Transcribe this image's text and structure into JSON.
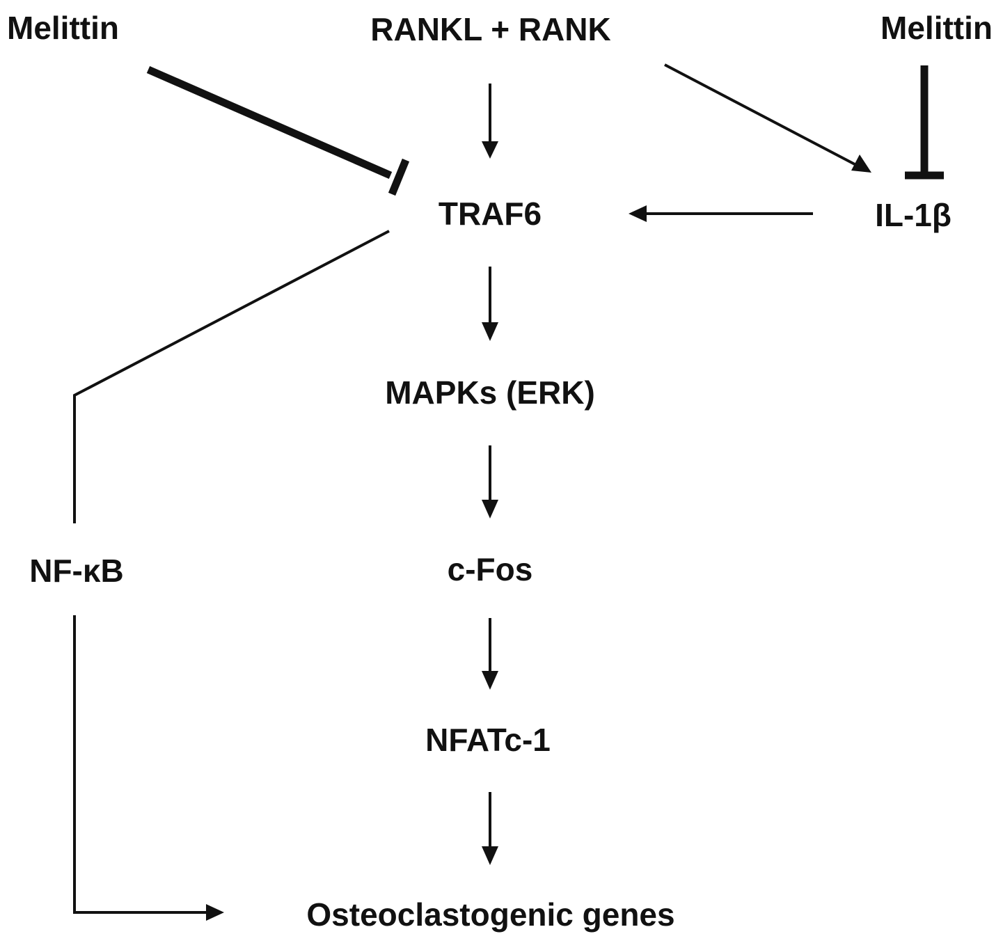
{
  "nodes": {
    "melittin_left": "Melittin",
    "rankl_rank": "RANKL + RANK",
    "melittin_right": "Melittin",
    "traf6": "TRAF6",
    "il1b": "IL-1β",
    "mapks": "MAPKs (ERK)",
    "nfkb": "NF-κB",
    "cfos": "c-Fos",
    "nfatc1": "NFATc-1",
    "genes": "Osteoclastogenic genes"
  },
  "edges": [
    {
      "from": "rankl_rank",
      "to": "traf6",
      "type": "activation"
    },
    {
      "from": "rankl_rank",
      "to": "il1b",
      "type": "activation"
    },
    {
      "from": "melittin_left",
      "to": "traf6",
      "type": "inhibition"
    },
    {
      "from": "melittin_right",
      "to": "il1b",
      "type": "inhibition"
    },
    {
      "from": "il1b",
      "to": "traf6",
      "type": "activation"
    },
    {
      "from": "traf6",
      "to": "mapks",
      "type": "activation"
    },
    {
      "from": "traf6",
      "to": "nfkb",
      "type": "link"
    },
    {
      "from": "mapks",
      "to": "cfos",
      "type": "activation"
    },
    {
      "from": "cfos",
      "to": "nfatc1",
      "type": "activation"
    },
    {
      "from": "nfatc1",
      "to": "genes",
      "type": "activation"
    },
    {
      "from": "nfkb",
      "to": "genes",
      "type": "activation"
    }
  ],
  "colors": {
    "ink": "#111111",
    "background": "#ffffff"
  }
}
